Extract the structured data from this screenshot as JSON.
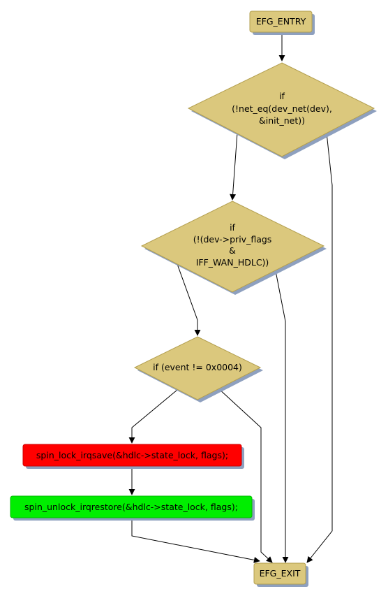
{
  "colors": {
    "decision_fill": "#dbc87d",
    "decision_stroke": "#b39f4f",
    "shadow": "#8ea0bf",
    "lock_fill": "#ff0000",
    "unlock_fill": "#00ee00",
    "terminal_fill": "#dbc87d"
  },
  "nodes": {
    "entry": {
      "label": "EFG_ENTRY"
    },
    "decision_net": {
      "lines": [
        "if",
        "(!net_eq(dev_net(dev),",
        "&init_net))"
      ]
    },
    "decision_flags": {
      "lines": [
        "if",
        "(!(dev->priv_flags",
        "&",
        "IFF_WAN_HDLC))"
      ]
    },
    "decision_event": {
      "label": "if (event != 0x0004)"
    },
    "lock": {
      "label": "spin_lock_irqsave(&hdlc->state_lock, flags);"
    },
    "unlock": {
      "label": "spin_unlock_irqrestore(&hdlc->state_lock, flags);"
    },
    "exit": {
      "label": "EFG_EXIT"
    }
  }
}
